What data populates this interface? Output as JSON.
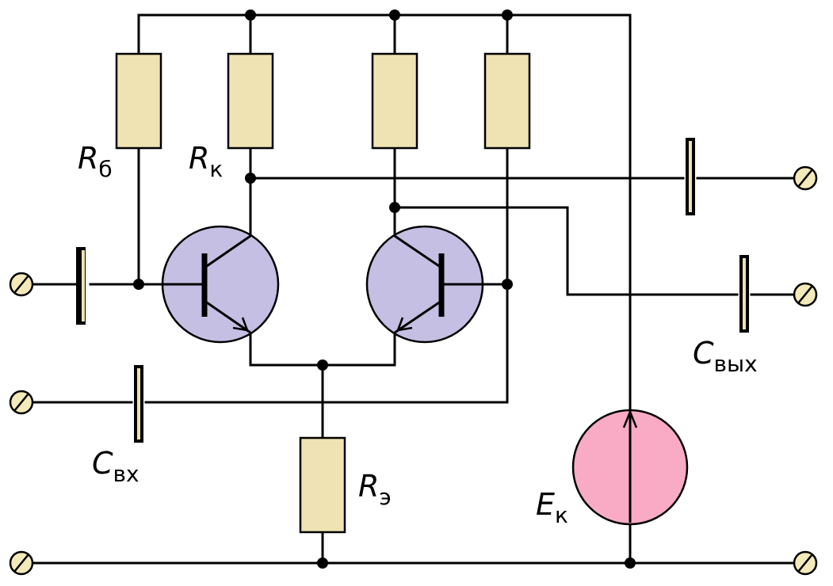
{
  "diagram": {
    "labels": {
      "rb": {
        "main": "R",
        "sub": "б"
      },
      "rk": {
        "main": "R",
        "sub": "к"
      },
      "re": {
        "main": "R",
        "sub": "э"
      },
      "cin": {
        "main": "C",
        "sub": "вх"
      },
      "cout": {
        "main": "C",
        "sub": "вых"
      },
      "ek": {
        "main": "E",
        "sub": "к"
      }
    },
    "components": {
      "resistors": [
        "rb",
        "rk",
        "r3",
        "r4",
        "re"
      ],
      "transistors": [
        "vt1",
        "vt2"
      ],
      "capacitors": [
        "cin-left",
        "cin-bottom",
        "cout-top",
        "cout-bottom"
      ],
      "source": "ek",
      "terminals": 6
    },
    "colors": {
      "resistor": "#efe3b3",
      "transistor": "#c5bfe3",
      "source": "#f9abc5",
      "terminal": "#f4eab9",
      "wire": "#000000"
    }
  }
}
